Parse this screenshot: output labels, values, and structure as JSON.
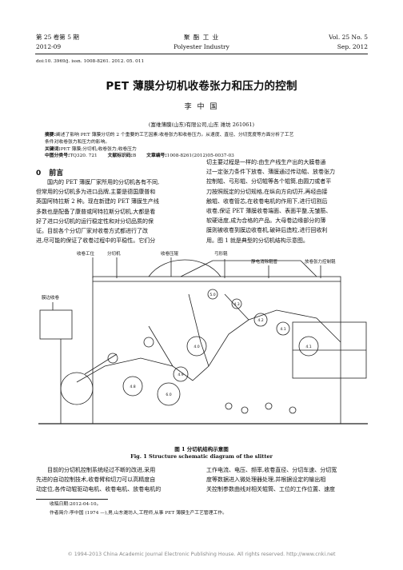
{
  "header": {
    "volume_cn": "第 25 卷第 5 期",
    "date_left": "2012-09",
    "journal_cn": "聚 酯 工 业",
    "journal_en": "Polyester Industry",
    "volume_en": "Vol. 25  No. 5",
    "date_right": "Sep.  2012"
  },
  "doi": "doi:10. 3969/j. issn. 1008-8261. 2012. 05. 011",
  "title": "PET 薄膜分切机收卷张力和压力的控制",
  "author": "李 中 国",
  "affiliation": "(富维薄膜(山东)有限公司,山东  潍坊   261061)",
  "abstract": {
    "label": "摘要:",
    "line1": "阐述了影响 PET 薄膜分切的 2 个重要的工艺因素:收卷张力和收卷压力。从速度、直径、分切宽度等方面分析了工艺",
    "line2": "条件对收卷张力和压力的影响。",
    "keywords_label": "关键词:",
    "keywords": "PET 薄膜;分切机;收卷张力;收卷压力",
    "clc_label": "中图分类号:",
    "clc": "TQ320. 721",
    "doc_code_label": "文献标识码:",
    "doc_code": "B",
    "article_no_label": "文章编号:",
    "article_no": "1008-8261(2012)05-0037-03"
  },
  "section0": {
    "num": "0",
    "title": "前言"
  },
  "left_col": [
    "国内的 PET 薄膜厂家所用的分切机各有不同,",
    "但常用的分切机多为进口品牌,主要是德国康普和",
    "英国阿特拉斯 2 种。现在新建的 PET 薄膜生产线",
    "多数也是配备了康普或阿特拉斯分切机,大都是看",
    "好了进口分切机的运行稳定性和对分切品质的保",
    "证。目前各个分切厂家对收卷方式都进行了改",
    "进,尽可能的保证了收卷过程中的平稳性。它们分"
  ],
  "right_col": [
    "切主要过程是一样的:由生产线生产出的大膜卷通",
    "过一定张力条件下放卷、薄膜通过传动辊、放卷张力",
    "控制辊、弓形辊、分切辊等各个辊筒,由圆刀或者平",
    "刀按照既定的分切规格,在纵向方向切开,再经由接",
    "触辊、收卷管芯,在收卷电机的作用下,进行切割后",
    "收卷,保证 PET 薄膜收卷端面、表面平整,无皱筋、",
    "软硬适度,成为合格的产品。大母卷边缘部分的薄",
    "膜则被收卷到膜边收卷机,破碎后造粒,进行回收利",
    "用。图 1 就是典型的分切机结构示意图。"
  ],
  "figure": {
    "labels": {
      "unwind": "收卷工位",
      "slitter": "分切机",
      "tension": "收卷压辊",
      "bow": "弓形辊",
      "electrostatic": "静电消除辊管",
      "unwind_tension": "放卷张力控制辊",
      "edge": "膜边收卷"
    },
    "roll_tags": [
      "4.1",
      "4.2",
      "4.3",
      "4.1",
      "5.0",
      "4.0",
      "4.9",
      "6.0",
      "4.8"
    ],
    "caption_cn": "图 1   分切机结构示意图",
    "caption_en": "Fig. 1    Structure schematic diagram of the slitter"
  },
  "bottom_left": [
    "目前的分切机控制系统经过不断的改进,采用",
    "先进的自动控制技术,收卷臂和切刀可以高精度自",
    "动定位,各传动辊驱动电机、收卷电机、放卷电机的"
  ],
  "bottom_right": [
    "工作电流、电压、频率,收卷直径、分切车速、分切宽",
    "度等数据进入微处理器处理,并根据设定的输出相",
    "关控制参数曲线对相关辊筒、工位的工作位置、速度"
  ],
  "footnotes": {
    "received": "收稿日期:2012-04-10。",
    "author_bio": "作者简介:李中国  (1974 —),男,山东潍坊人,工程师,从事 PET 薄膜生产工艺管理工作。"
  },
  "page_number": "",
  "watermark": "© 1994-2013 China Academic Journal Electronic Publishing House. All rights reserved.    http://www.cnki.net"
}
